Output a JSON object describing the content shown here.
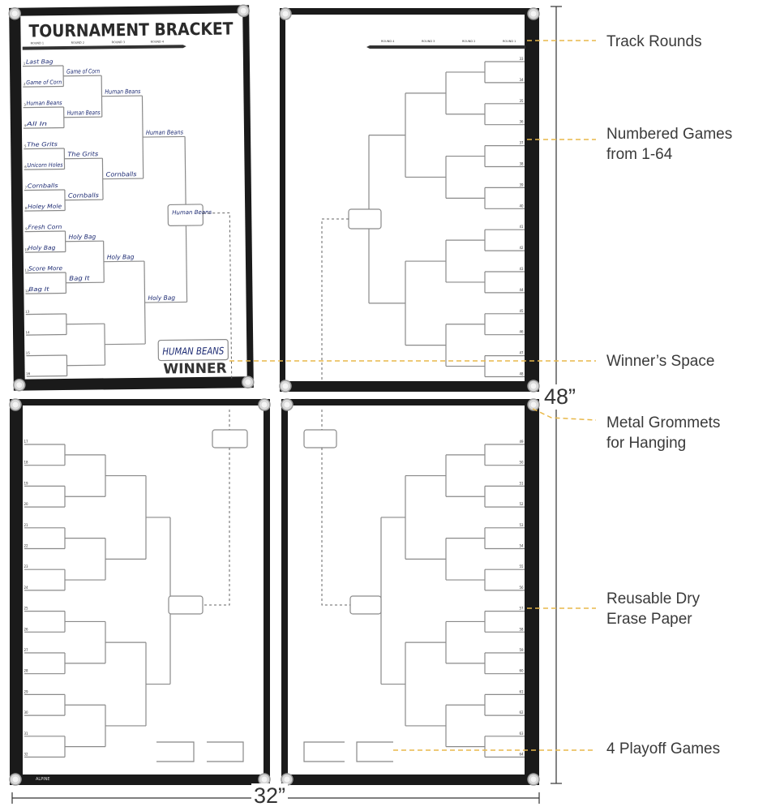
{
  "title": "TOURNAMENT BRACKET",
  "rounds_left": [
    "ROUND 1",
    "ROUND 2",
    "ROUND 3",
    "ROUND 4"
  ],
  "rounds_right": [
    "ROUND 4",
    "ROUND 3",
    "ROUND 2",
    "ROUND 1"
  ],
  "winner_label": "WINNER",
  "logo": "ALPINE",
  "bracket_entries": {
    "round1": [
      "Last Bag",
      "Game of Corn",
      "Human Beans",
      "All In",
      "The Grits",
      "Unicorn Holes",
      "Cornballs",
      "Holey Mole",
      "Fresh Corn",
      "Holy Bag",
      "Score More",
      "Bag It",
      "",
      "",
      "",
      ""
    ],
    "round2": [
      "Game of Corn",
      "Human Beans",
      "The Grits",
      "Cornballs",
      "Holy Bag",
      "Bag It",
      "",
      ""
    ],
    "round3": [
      "Human Beans",
      "Cornballs",
      "Holy Bag",
      ""
    ],
    "round4": [
      "Human Beans",
      "Holy Bag"
    ],
    "semifinal": "Human Beans",
    "winner": "HUMAN BEANS"
  },
  "game_numbers": {
    "panel_top_left": [
      "1",
      "2",
      "3",
      "4",
      "5",
      "6",
      "7",
      "8",
      "9",
      "10",
      "11",
      "12",
      "13",
      "14",
      "15",
      "16"
    ],
    "panel_top_right": [
      "33",
      "34",
      "35",
      "36",
      "37",
      "38",
      "39",
      "40",
      "41",
      "42",
      "43",
      "44",
      "45",
      "46",
      "47",
      "48"
    ],
    "panel_bottom_left": [
      "17",
      "18",
      "19",
      "20",
      "21",
      "22",
      "23",
      "24",
      "25",
      "26",
      "27",
      "28",
      "29",
      "30",
      "31",
      "32"
    ],
    "panel_bottom_right": [
      "49",
      "50",
      "51",
      "52",
      "53",
      "54",
      "55",
      "56",
      "57",
      "58",
      "59",
      "60",
      "61",
      "62",
      "63",
      "64"
    ]
  },
  "annotations": {
    "track_rounds": "Track Rounds",
    "numbered_games": [
      "Numbered Games",
      "from 1-64"
    ],
    "winners_space": "Winner’s Space",
    "grommets": [
      "Metal Grommets",
      "for Hanging"
    ],
    "dry_erase": [
      "Reusable Dry",
      "Erase Paper"
    ],
    "playoff": "4 Playoff Games"
  },
  "dimensions": {
    "height": "48”",
    "width": "32”"
  },
  "colors": {
    "frame": "#1a1a1a",
    "bracket_line": "#8a8a8a",
    "handwriting": "#1c2a72",
    "callout": "#e8b84a"
  }
}
